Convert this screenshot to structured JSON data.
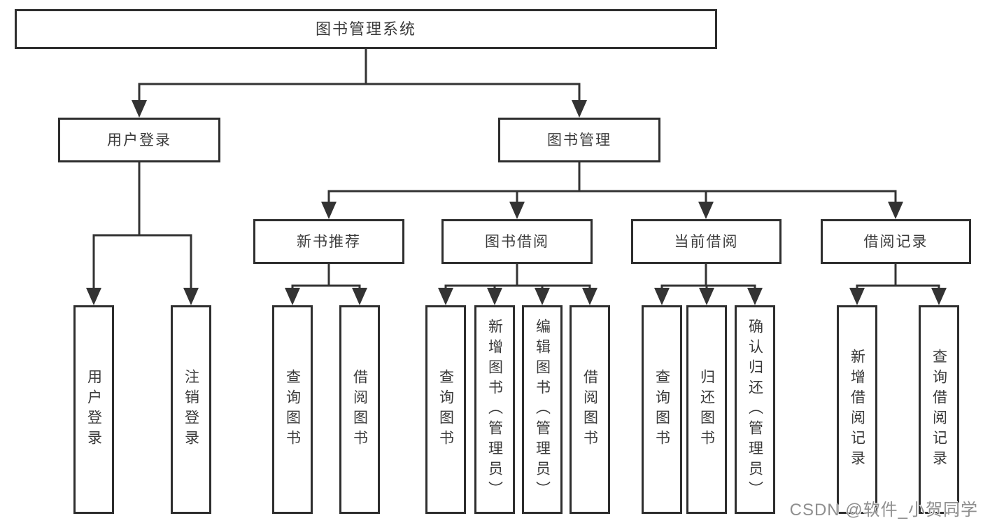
{
  "diagram": {
    "title": "图书管理系统",
    "level2": {
      "login": {
        "label": "用户登录",
        "children": [
          "用户登录",
          "注销登录"
        ]
      },
      "management": {
        "label": "图书管理"
      }
    },
    "level3": [
      {
        "label": "新书推荐",
        "children": [
          "查询图书",
          "借阅图书"
        ]
      },
      {
        "label": "图书借阅",
        "children": [
          "查询图书",
          "新增图书（管理员）",
          "编辑图书（管理员）",
          "借阅图书"
        ]
      },
      {
        "label": "当前借阅",
        "children": [
          "查询图书",
          "归还图书",
          "确认归还（管理员）"
        ]
      },
      {
        "label": "借阅记录",
        "children": [
          "新增借阅记录",
          "查询借阅记录"
        ]
      }
    ]
  },
  "watermark": "CSDN @软件_小贺同学",
  "colors": {
    "line": "#333333",
    "text": "#3a3a3a",
    "watermark": "#8f8f8f",
    "background": "#ffffff"
  }
}
